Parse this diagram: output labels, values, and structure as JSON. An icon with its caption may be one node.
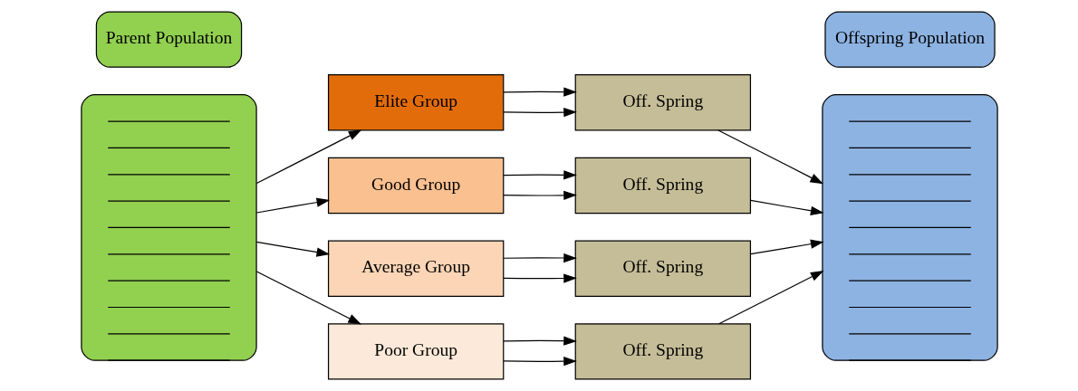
{
  "diagram": {
    "nodes": [
      {
        "text": [
          "Parent Population"
        ]
      },
      {
        "text": [],
        "shape": "box"
      },
      {
        "text": [
          "Elite Group"
        ]
      },
      {
        "text": [
          "Off. Spring"
        ]
      },
      {
        "text": [
          "Good Group"
        ]
      },
      {
        "text": [
          "Off. Spring"
        ]
      },
      {
        "text": [
          "Average Group"
        ]
      },
      {
        "text": [
          "Off. Spring"
        ]
      },
      {
        "text": [
          "Poor Group"
        ]
      },
      {
        "text": [
          "Off. Spring"
        ]
      },
      {
        "text": [
          "Offspring Population"
        ]
      },
      {
        "text": [],
        "shape": "box"
      }
    ],
    "edges": [
      {
        "from": 1,
        "to": 2,
        "arrow": "to"
      },
      {
        "from": 1,
        "to": 4,
        "arrow": "to"
      },
      {
        "from": 1,
        "to": 6,
        "arrow": "to"
      },
      {
        "from": 1,
        "to": 8,
        "arrow": "to"
      },
      {
        "from": 2,
        "to": 3,
        "arrow": "to"
      },
      {
        "from": 2,
        "to": 3,
        "arrow": "to"
      },
      {
        "from": 4,
        "to": 5,
        "arrow": "to"
      },
      {
        "from": 4,
        "to": 5,
        "arrow": "to"
      },
      {
        "from": 6,
        "to": 7,
        "arrow": "to"
      },
      {
        "from": 6,
        "to": 7,
        "arrow": "to"
      },
      {
        "from": 8,
        "to": 9,
        "arrow": "to"
      },
      {
        "from": 8,
        "to": 9,
        "arrow": "to"
      },
      {
        "from": 3,
        "to": 11,
        "arrow": "to"
      },
      {
        "from": 5,
        "to": 11,
        "arrow": "to"
      },
      {
        "from": 7,
        "to": 11,
        "arrow": "to"
      },
      {
        "from": 9,
        "to": 11,
        "arrow": "to"
      }
    ]
  }
}
